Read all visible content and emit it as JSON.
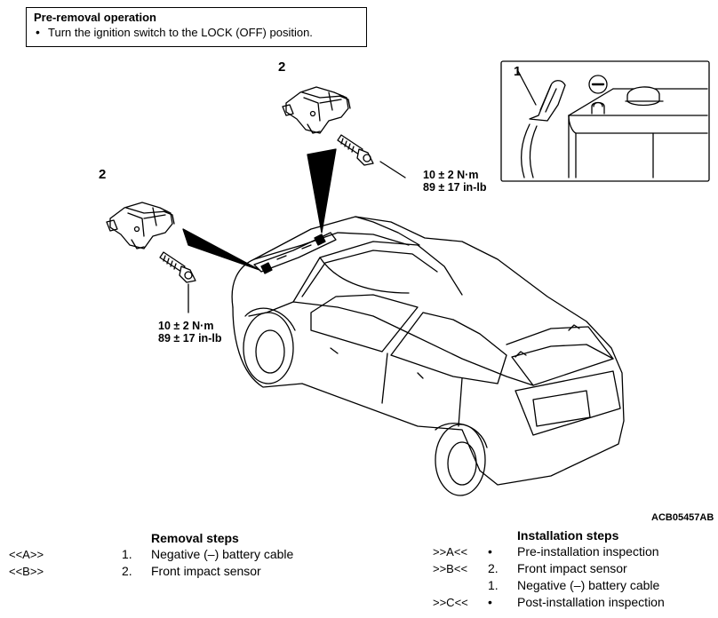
{
  "pre_removal": {
    "title": "Pre-removal operation",
    "bullet": "•",
    "text": "Turn the ignition switch to the LOCK (OFF) position."
  },
  "figure": {
    "label_sensor": "2",
    "label_battery": "1",
    "minus_symbol": "−",
    "torque_upper_line1": "10 ± 2 N·m",
    "torque_upper_line2": "89 ± 17 in-lb",
    "torque_lower_line1": "10 ± 2 N·m",
    "torque_lower_line2": "89 ± 17 in-lb",
    "code": "ACB05457AB"
  },
  "removal": {
    "title": "Removal steps",
    "steps": [
      {
        "ref": "<<A>>",
        "num": "1.",
        "text": "Negative (–) battery cable"
      },
      {
        "ref": "<<B>>",
        "num": "2.",
        "text": "Front impact sensor"
      }
    ]
  },
  "installation": {
    "title": "Installation steps",
    "steps": [
      {
        "ref": ">>A<<",
        "num": "•",
        "text": "Pre-installation inspection"
      },
      {
        "ref": ">>B<<",
        "num": "2.",
        "text": "Front impact sensor"
      },
      {
        "ref": "",
        "num": "1.",
        "text": "Negative (–) battery cable"
      },
      {
        "ref": ">>C<<",
        "num": "•",
        "text": "Post-installation inspection"
      }
    ]
  }
}
